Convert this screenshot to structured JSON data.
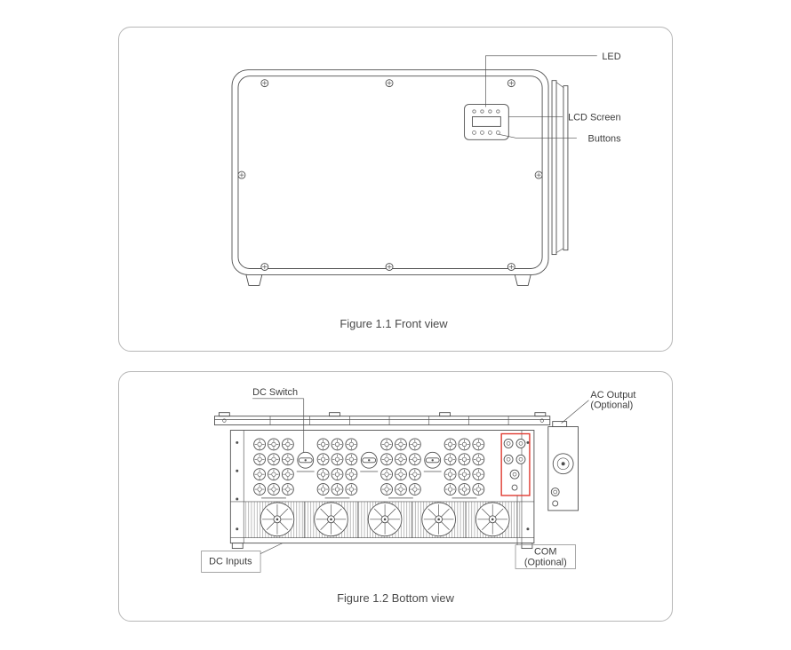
{
  "figure1": {
    "caption": "Figure 1.1 Front view",
    "labels": {
      "led": "LED",
      "lcd_screen": "LCD Screen",
      "buttons": "Buttons"
    }
  },
  "figure2": {
    "caption": "Figure 1.2 Bottom view",
    "labels": {
      "dc_switch": "DC Switch",
      "ac_output_line1": "AC Output",
      "ac_output_line2": "(Optional)",
      "dc_inputs": "DC Inputs",
      "com_line1": "COM",
      "com_line2": "(Optional)"
    }
  },
  "colors": {
    "line_color": "#4f4f4f",
    "highlight_red": "#e03a30",
    "panel_border": "#b7b7b7",
    "caption_text": "#4a4a4a"
  }
}
